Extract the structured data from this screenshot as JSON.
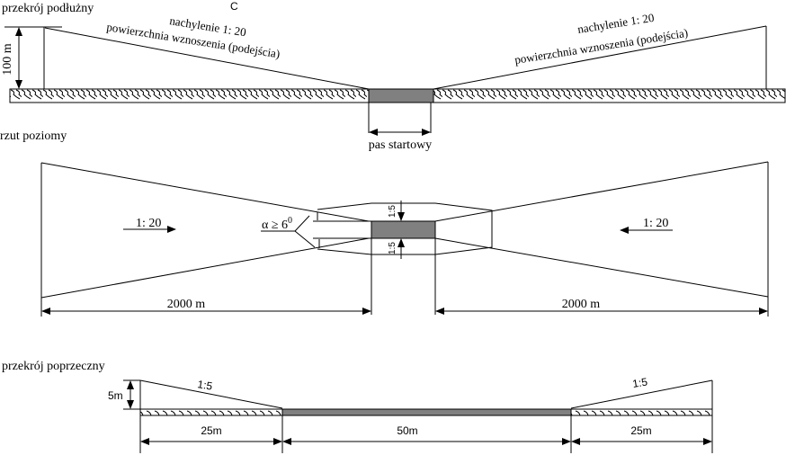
{
  "title_mark": "C",
  "colors": {
    "runway": "#808080",
    "line": "#000000",
    "background": "#ffffff"
  },
  "longitudinal": {
    "title": "przekrój podłużny",
    "height_label": "100 m",
    "left_slope": {
      "slope": "nachylenie 1: 20",
      "surface": "powierzchnia wznoszenia (podejścia)"
    },
    "right_slope": {
      "slope": "nachylenie 1: 20",
      "surface": "powierzchnia wznoszenia (podejścia)"
    },
    "runway_label": "pas startowy"
  },
  "plan": {
    "title": "rzut poziomy",
    "left_gradient": "1: 20",
    "right_gradient": "1: 20",
    "angle_label": "α ≥ 6",
    "angle_superscript": "0",
    "side_gradient_top": "1:5",
    "side_gradient_bottom": "1:5",
    "left_length": "2000 m",
    "right_length": "2000 m"
  },
  "cross": {
    "title": "przekrój poprzeczny",
    "height_label": "5m",
    "left_slope": "1:5",
    "right_slope": "1:5",
    "left_width": "25m",
    "center_width": "50m",
    "right_width": "25m"
  }
}
